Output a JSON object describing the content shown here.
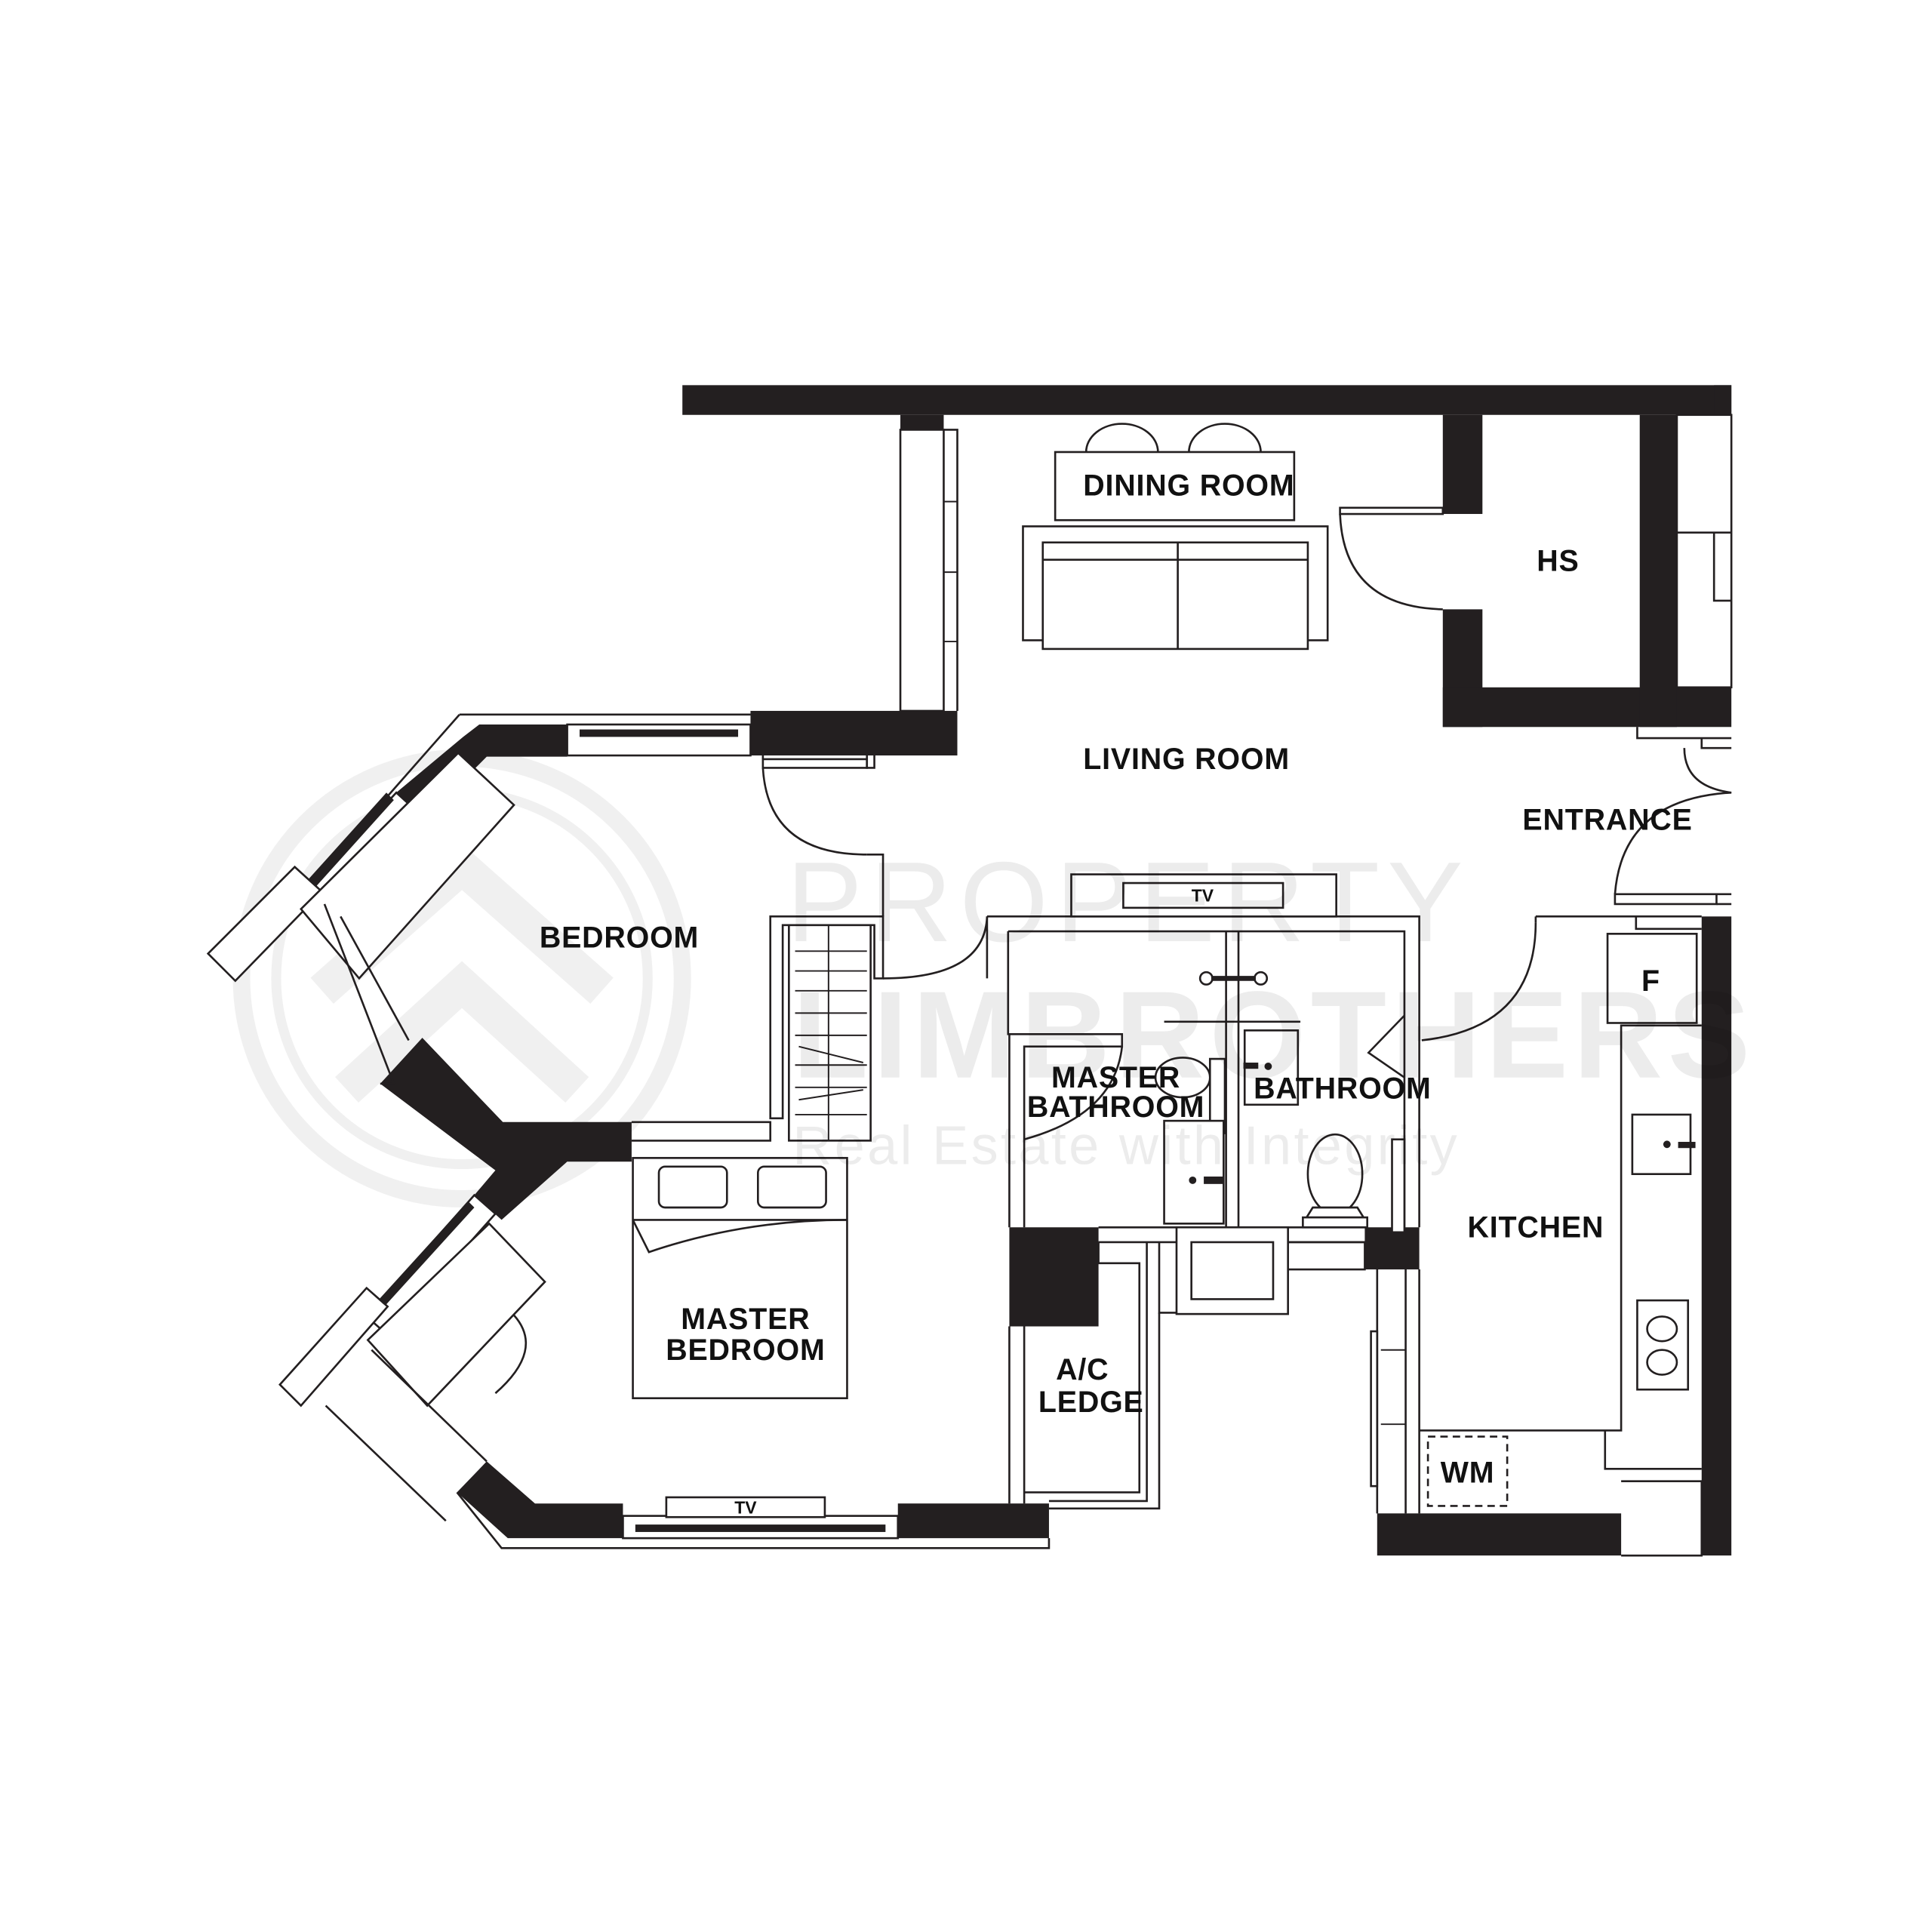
{
  "plan": {
    "rooms": {
      "dining_room": "DINING ROOM",
      "hs": "HS",
      "living_room": "LIVING ROOM",
      "entrance": "ENTRANCE",
      "bedroom": "BEDROOM",
      "master_bathroom_line1": "MASTER",
      "master_bathroom_line2": "BATHROOM",
      "bathroom": "BATHROOM",
      "kitchen": "KITCHEN",
      "master_bedroom_line1": "MASTER",
      "master_bedroom_line2": "BEDROOM",
      "ac_ledge_line1": "A/C",
      "ac_ledge_line2": "LEDGE"
    },
    "fixtures": {
      "tv_living": "TV",
      "tv_master": "TV",
      "fridge": "F",
      "washing_machine": "WM"
    }
  },
  "watermark": {
    "line1": "PROPERTY",
    "line2": "LIMBROTHERS",
    "tagline": "Real Estate with Integrity"
  },
  "colors": {
    "wall": "#231f20",
    "background": "#ffffff"
  }
}
